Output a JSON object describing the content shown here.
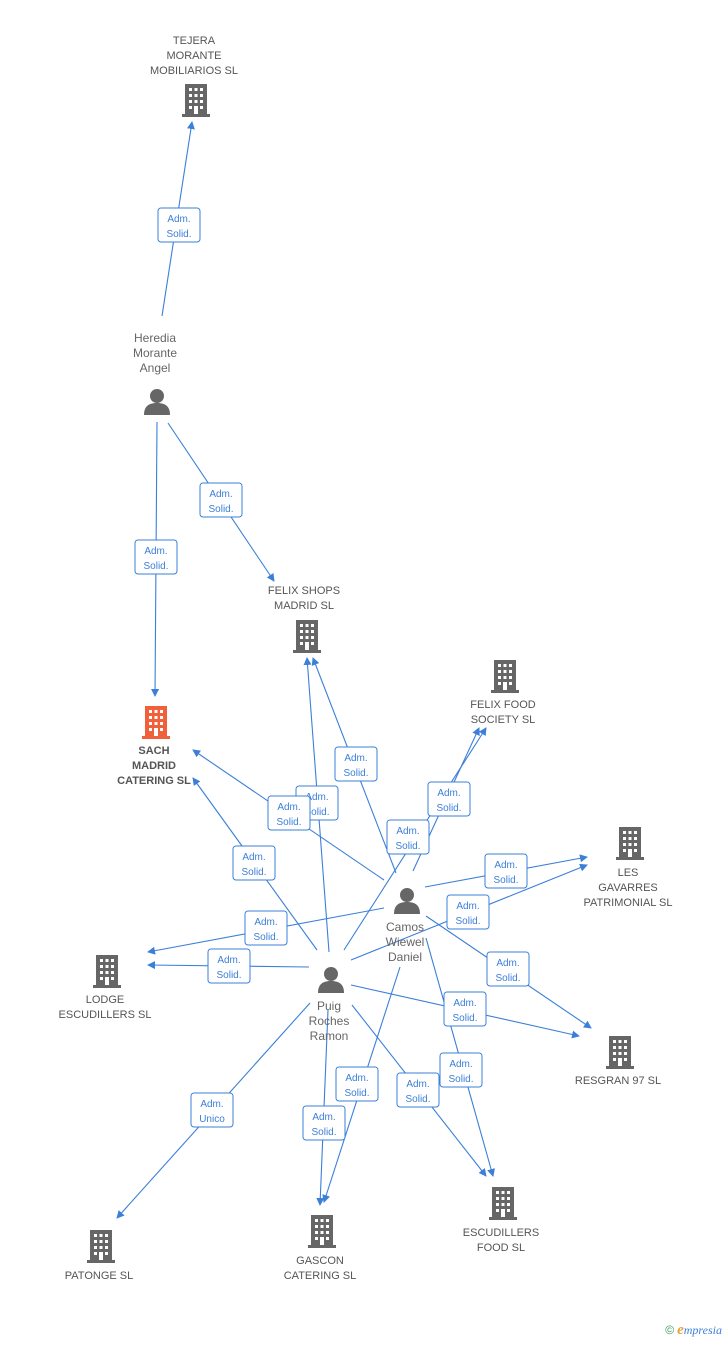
{
  "colors": {
    "edge": "#3b7fd9",
    "company": "#666666",
    "focus_company": "#f0603a",
    "person": "#666666"
  },
  "nodes": [
    {
      "id": "tejera",
      "type": "company",
      "label": [
        "TEJERA",
        "MORANTE",
        "MOBILIARIOS SL"
      ]
    },
    {
      "id": "heredia",
      "type": "person",
      "label": [
        "Heredia",
        "Morante",
        "Angel"
      ]
    },
    {
      "id": "felix_shops",
      "type": "company",
      "label": [
        "FELIX SHOPS",
        "MADRID SL"
      ]
    },
    {
      "id": "sach",
      "type": "company",
      "focus": true,
      "label": [
        "SACH",
        "MADRID",
        "CATERING SL"
      ]
    },
    {
      "id": "felix_food",
      "type": "company",
      "label": [
        "FELIX FOOD",
        "SOCIETY SL"
      ]
    },
    {
      "id": "les_gavarres",
      "type": "company",
      "label": [
        "LES",
        "GAVARRES",
        "PATRIMONIAL SL"
      ]
    },
    {
      "id": "camos",
      "type": "person",
      "label": [
        "Camos",
        "Wiewel",
        "Daniel"
      ]
    },
    {
      "id": "lodge",
      "type": "company",
      "label": [
        "LODGE",
        "ESCUDILLERS SL"
      ]
    },
    {
      "id": "puig",
      "type": "person",
      "label": [
        "Puig",
        "Roches",
        "Ramon"
      ]
    },
    {
      "id": "resgran",
      "type": "company",
      "label": [
        "RESGRAN 97 SL"
      ]
    },
    {
      "id": "patonge",
      "type": "company",
      "label": [
        "PATONGE SL"
      ]
    },
    {
      "id": "gascon",
      "type": "company",
      "label": [
        "GASCON",
        "CATERING SL"
      ]
    },
    {
      "id": "escudillers_food",
      "type": "company",
      "label": [
        "ESCUDILLERS",
        "FOOD SL"
      ]
    }
  ],
  "edges": [
    {
      "from": "heredia",
      "to": "tejera",
      "label": [
        "Adm.",
        "Solid."
      ]
    },
    {
      "from": "heredia",
      "to": "sach",
      "label": [
        "Adm.",
        "Solid."
      ]
    },
    {
      "from": "heredia",
      "to": "felix_shops",
      "label": [
        "Adm.",
        "Solid."
      ]
    },
    {
      "from": "camos",
      "to": "felix_shops",
      "label": [
        "Adm.",
        "Solid."
      ]
    },
    {
      "from": "puig",
      "to": "felix_shops",
      "label": [
        "Adm.",
        "Solid."
      ]
    },
    {
      "from": "camos",
      "to": "sach",
      "label": [
        "Adm.",
        "Solid."
      ]
    },
    {
      "from": "puig",
      "to": "sach",
      "label": [
        "Adm.",
        "Solid."
      ]
    },
    {
      "from": "camos",
      "to": "felix_food",
      "label": [
        "Adm.",
        "Solid."
      ]
    },
    {
      "from": "puig",
      "to": "felix_food",
      "label": [
        "Adm.",
        "Solid."
      ]
    },
    {
      "from": "camos",
      "to": "les_gavarres",
      "label": [
        "Adm.",
        "Solid."
      ]
    },
    {
      "from": "puig",
      "to": "les_gavarres",
      "label": [
        "Adm.",
        "Solid."
      ]
    },
    {
      "from": "camos",
      "to": "lodge",
      "label": [
        "Adm.",
        "Solid."
      ]
    },
    {
      "from": "puig",
      "to": "lodge",
      "label": [
        "Adm.",
        "Solid."
      ]
    },
    {
      "from": "camos",
      "to": "resgran",
      "label": [
        "Adm.",
        "Solid."
      ]
    },
    {
      "from": "puig",
      "to": "resgran",
      "label": [
        "Adm.",
        "Solid."
      ]
    },
    {
      "from": "puig",
      "to": "patonge",
      "label": [
        "Adm.",
        "Unico"
      ]
    },
    {
      "from": "camos",
      "to": "gascon",
      "label": [
        "Adm.",
        "Solid."
      ]
    },
    {
      "from": "puig",
      "to": "gascon",
      "label": [
        "Adm.",
        "Solid."
      ]
    },
    {
      "from": "camos",
      "to": "escudillers_food",
      "label": [
        "Adm.",
        "Solid."
      ]
    },
    {
      "from": "puig",
      "to": "escudillers_food",
      "label": [
        "Adm.",
        "Solid."
      ]
    }
  ],
  "brand": {
    "copyright": "©",
    "initial": "e",
    "name": "mpresia"
  }
}
